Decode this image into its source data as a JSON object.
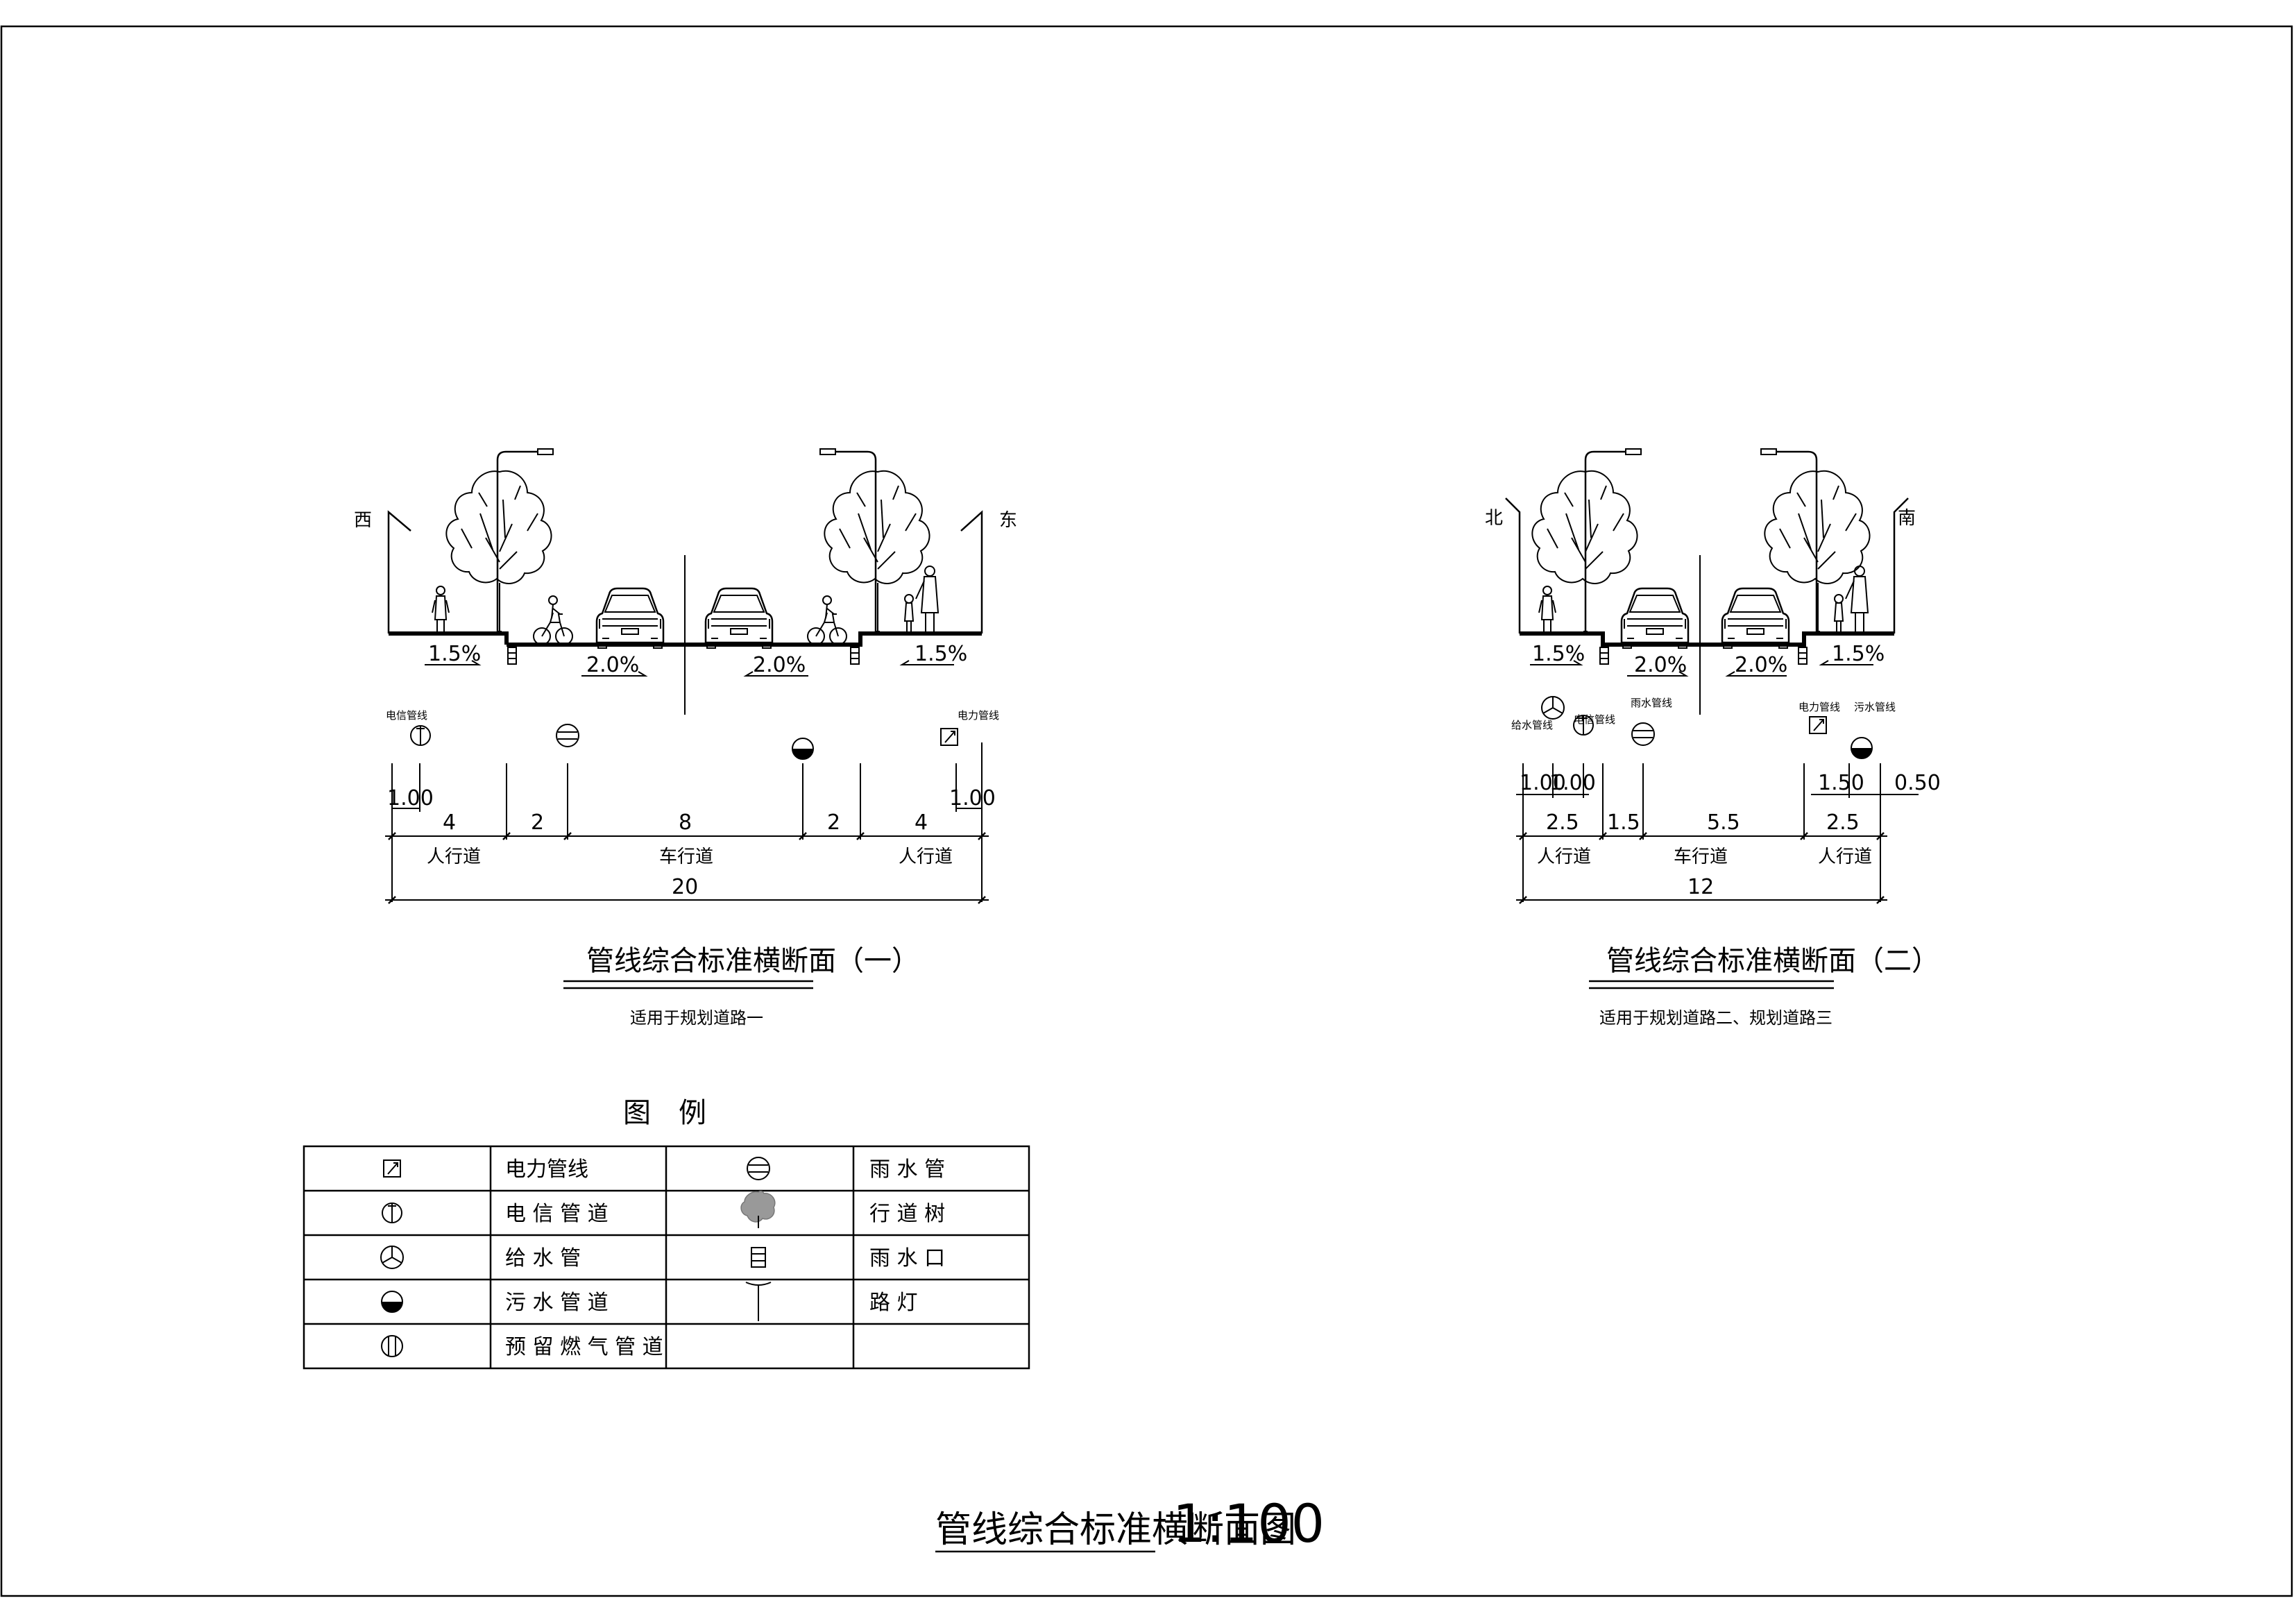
{
  "section1": {
    "title": "管线综合标准横断面（一）",
    "subtitle": "适用于规划道路一",
    "dir_left": "西",
    "dir_right": "东",
    "slope_left_walk": "1.5%",
    "slope_left_road": "2.0%",
    "slope_right_road": "2.0%",
    "slope_right_walk": "1.5%",
    "pipe_telecom_label": "电信管线",
    "pipe_power_label": "电力管线",
    "offset_left": "1.00",
    "offset_right": "1.00",
    "widths": [
      "4",
      "2",
      "8",
      "2",
      "4"
    ],
    "zone_left": "人行道",
    "zone_center": "车行道",
    "zone_right": "人行道",
    "total": "20"
  },
  "section2": {
    "title": "管线综合标准横断面（二）",
    "subtitle": "适用于规划道路二、规划道路三",
    "dir_left": "北",
    "dir_right": "南",
    "slope_left_walk": "1.5%",
    "slope_left_road": "2.0%",
    "slope_right_road": "2.0%",
    "slope_right_walk": "1.5%",
    "pipe_water_label": "给水管线",
    "pipe_telecom_label": "电信管线",
    "pipe_rain_label": "雨水管线",
    "pipe_power_label": "电力管线",
    "pipe_sewer_label": "污水管线",
    "offset_left": "1.00",
    "offset_left2": "1.00",
    "offset_right": "1.50",
    "offset_right2": "0.50",
    "widths": [
      "2.5",
      "1.5",
      "5.5",
      "2.5"
    ],
    "zone_left": "人行道",
    "zone_center": "车行道",
    "zone_right": "人行道",
    "total": "12"
  },
  "legend": {
    "title": "图　例",
    "items": [
      {
        "icon": "power-line-icon",
        "label": "电力管线"
      },
      {
        "icon": "rain-pipe-icon",
        "label": "雨 水 管"
      },
      {
        "icon": "telecom-pipe-icon",
        "label": "电 信 管 道"
      },
      {
        "icon": "street-tree-icon",
        "label": "行 道 树"
      },
      {
        "icon": "water-supply-icon",
        "label": "给 水 管"
      },
      {
        "icon": "rain-inlet-icon",
        "label": "雨 水 口"
      },
      {
        "icon": "sewer-pipe-icon",
        "label": "污 水 管 道"
      },
      {
        "icon": "street-lamp-icon",
        "label": "路 灯"
      },
      {
        "icon": "gas-pipe-icon",
        "label": "预 留 燃 气 管 道"
      }
    ]
  },
  "main_title": "管线综合标准横断面图",
  "scale": "1:100"
}
